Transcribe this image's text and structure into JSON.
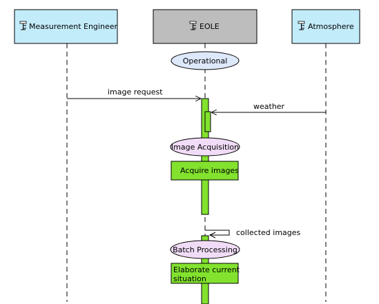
{
  "lifelines": [
    {
      "id": "engineer",
      "label": "Measurement Engineer",
      "icon": "component-icon",
      "fill": "#c3ecfb"
    },
    {
      "id": "eole",
      "label": "EOLE",
      "icon": "component-icon",
      "fill": "#bdbdbd"
    },
    {
      "id": "atmosphere",
      "label": "Atmosphere",
      "icon": "component-icon",
      "fill": "#c3ecfb"
    }
  ],
  "states": [
    {
      "label": "Operational",
      "fill": "#dde8fb"
    },
    {
      "label": "Image Acquisition",
      "fill": "#f1dcf7"
    },
    {
      "label": "Batch Processing",
      "fill": "#f1dcf7"
    }
  ],
  "activities": [
    {
      "label": "Acquire images"
    },
    {
      "lines": [
        "Elaborate current",
        "situation"
      ]
    }
  ],
  "messages": [
    {
      "label": "image request",
      "from": "engineer",
      "to": "eole"
    },
    {
      "label": "weather",
      "from": "atmosphere",
      "to": "eole"
    },
    {
      "label": "collected images",
      "from": "eole",
      "to": "eole"
    }
  ],
  "colors": {
    "activation": "#82e22e",
    "activity": "#82e22e",
    "line": "#000000"
  }
}
